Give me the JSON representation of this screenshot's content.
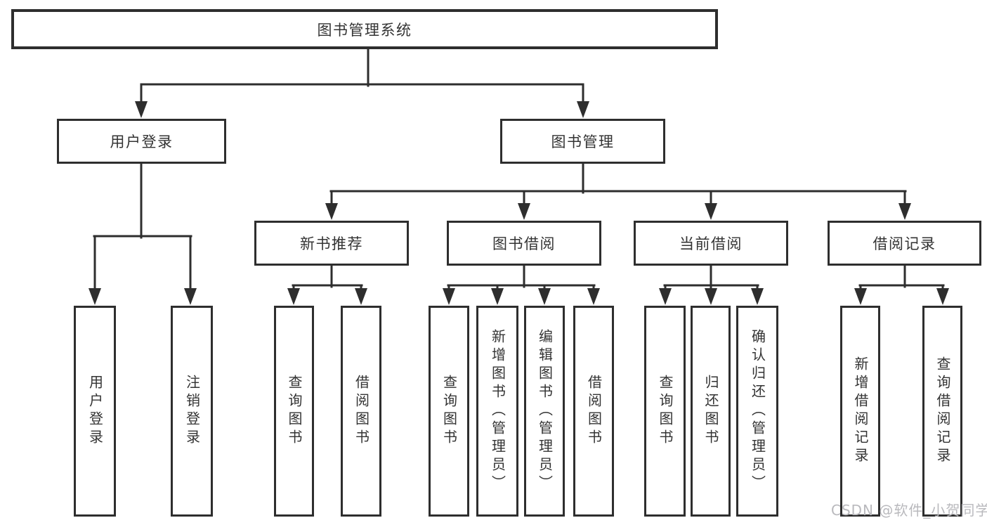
{
  "tree": {
    "label": "图书管理系统",
    "children": [
      {
        "label": "用户登录",
        "children": [
          {
            "label": "用户登录"
          },
          {
            "label": "注销登录"
          }
        ]
      },
      {
        "label": "图书管理",
        "children": [
          {
            "label": "新书推荐",
            "children": [
              {
                "label": "查询图书"
              },
              {
                "label": "借阅图书"
              }
            ]
          },
          {
            "label": "图书借阅",
            "children": [
              {
                "label": "查询图书"
              },
              {
                "label": "新增图书（管理员）"
              },
              {
                "label": "编辑图书（管理员）"
              },
              {
                "label": "借阅图书"
              }
            ]
          },
          {
            "label": "当前借阅",
            "children": [
              {
                "label": "查询图书"
              },
              {
                "label": "归还图书"
              },
              {
                "label": "确认归还（管理员）"
              }
            ]
          },
          {
            "label": "借阅记录",
            "children": [
              {
                "label": "新增借阅记录"
              },
              {
                "label": "查询借阅记录"
              }
            ]
          }
        ]
      }
    ]
  },
  "watermark": "CSDN @软件_小贺同学",
  "colors": {
    "line": "#2e2e2e",
    "text": "#333333",
    "watermark": "#b9b9bd",
    "background": "#ffffff"
  }
}
